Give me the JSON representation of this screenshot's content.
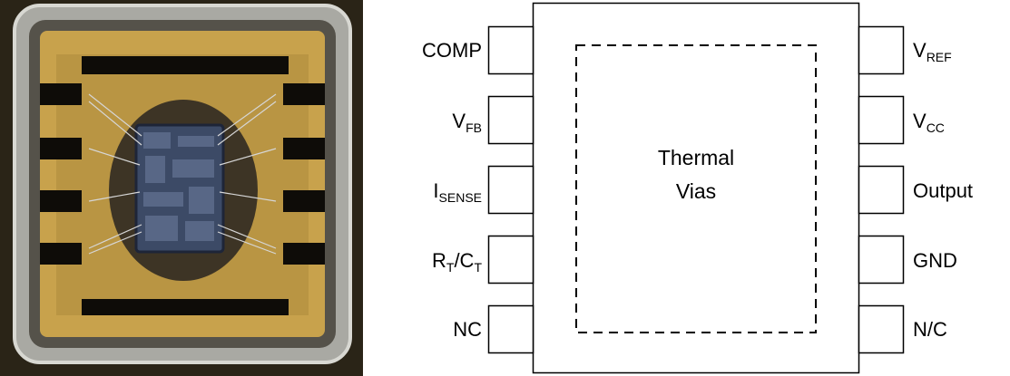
{
  "diagram": {
    "center_label_line1": "Thermal",
    "center_label_line2": "Vias",
    "left_pins": [
      {
        "main": "COMP",
        "sub": "",
        "tail": ""
      },
      {
        "main": "V",
        "sub": "FB",
        "tail": ""
      },
      {
        "main": "I",
        "sub": "SENSE",
        "tail": ""
      },
      {
        "main": "R",
        "sub": "T",
        "tail": "/C",
        "sub2": "T"
      },
      {
        "main": "NC",
        "sub": "",
        "tail": ""
      }
    ],
    "right_pins": [
      {
        "main": "V",
        "sub": "REF",
        "tail": ""
      },
      {
        "main": "V",
        "sub": "CC",
        "tail": ""
      },
      {
        "main": "Output",
        "sub": "",
        "tail": ""
      },
      {
        "main": "GND",
        "sub": "",
        "tail": ""
      },
      {
        "main": "N/C",
        "sub": "",
        "tail": ""
      }
    ]
  },
  "colors": {
    "substrate": "#1d1a10",
    "gold": "#c8a24c",
    "gold_dark": "#8f6f22",
    "frame": "#b9b9b4",
    "pad_dark": "#0e0c08",
    "die": "#3c4a66",
    "die_dark": "#1e2538"
  }
}
